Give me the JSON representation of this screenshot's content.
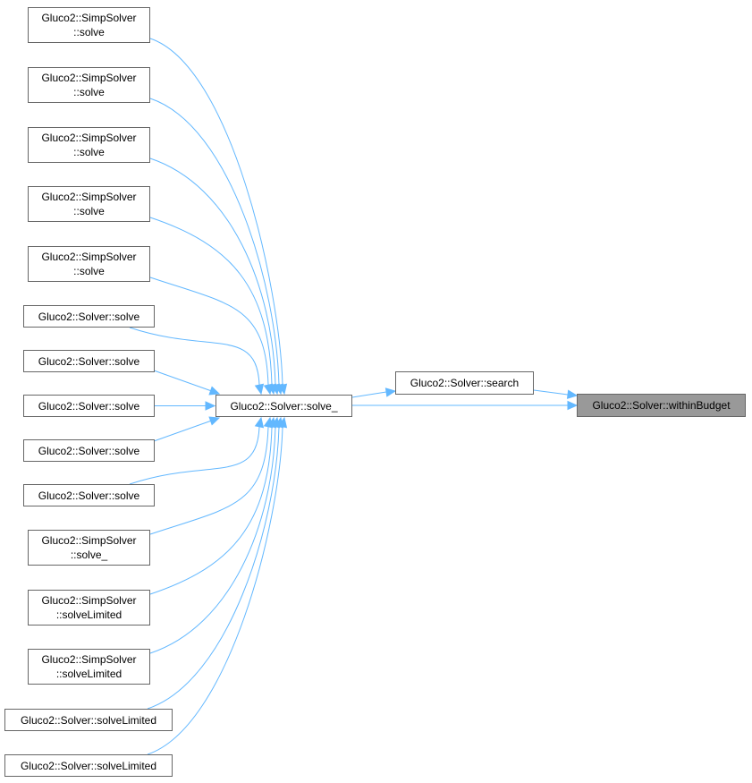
{
  "diagram": {
    "type": "call-graph",
    "edge_color": "#63b8ff",
    "focus_fill": "#999999",
    "nodes": [
      {
        "id": "c1",
        "lines": [
          "Gluco2::SimpSolver",
          "::solve"
        ]
      },
      {
        "id": "c2",
        "lines": [
          "Gluco2::SimpSolver",
          "::solve"
        ]
      },
      {
        "id": "c3",
        "lines": [
          "Gluco2::SimpSolver",
          "::solve"
        ]
      },
      {
        "id": "c4",
        "lines": [
          "Gluco2::SimpSolver",
          "::solve"
        ]
      },
      {
        "id": "c5",
        "lines": [
          "Gluco2::SimpSolver",
          "::solve"
        ]
      },
      {
        "id": "c6",
        "lines": [
          "Gluco2::Solver::solve"
        ]
      },
      {
        "id": "c7",
        "lines": [
          "Gluco2::Solver::solve"
        ]
      },
      {
        "id": "c8",
        "lines": [
          "Gluco2::Solver::solve"
        ]
      },
      {
        "id": "c9",
        "lines": [
          "Gluco2::Solver::solve"
        ]
      },
      {
        "id": "c10",
        "lines": [
          "Gluco2::Solver::solve"
        ]
      },
      {
        "id": "c11",
        "lines": [
          "Gluco2::SimpSolver",
          "::solve_"
        ]
      },
      {
        "id": "c12",
        "lines": [
          "Gluco2::SimpSolver",
          "::solveLimited"
        ]
      },
      {
        "id": "c13",
        "lines": [
          "Gluco2::SimpSolver",
          "::solveLimited"
        ]
      },
      {
        "id": "c14",
        "lines": [
          "Gluco2::Solver::solveLimited"
        ]
      },
      {
        "id": "c15",
        "lines": [
          "Gluco2::Solver::solveLimited"
        ]
      },
      {
        "id": "solve_",
        "lines": [
          "Gluco2::Solver::solve_"
        ]
      },
      {
        "id": "search",
        "lines": [
          "Gluco2::Solver::search"
        ]
      },
      {
        "id": "withinBudget",
        "lines": [
          "Gluco2::Solver::withinBudget"
        ],
        "focus": true
      }
    ],
    "edges": [
      [
        "c1",
        "solve_"
      ],
      [
        "c2",
        "solve_"
      ],
      [
        "c3",
        "solve_"
      ],
      [
        "c4",
        "solve_"
      ],
      [
        "c5",
        "solve_"
      ],
      [
        "c6",
        "solve_"
      ],
      [
        "c7",
        "solve_"
      ],
      [
        "c8",
        "solve_"
      ],
      [
        "c9",
        "solve_"
      ],
      [
        "c10",
        "solve_"
      ],
      [
        "c11",
        "solve_"
      ],
      [
        "c12",
        "solve_"
      ],
      [
        "c13",
        "solve_"
      ],
      [
        "c14",
        "solve_"
      ],
      [
        "c15",
        "solve_"
      ],
      [
        "solve_",
        "search"
      ],
      [
        "solve_",
        "withinBudget"
      ],
      [
        "search",
        "withinBudget"
      ]
    ]
  }
}
